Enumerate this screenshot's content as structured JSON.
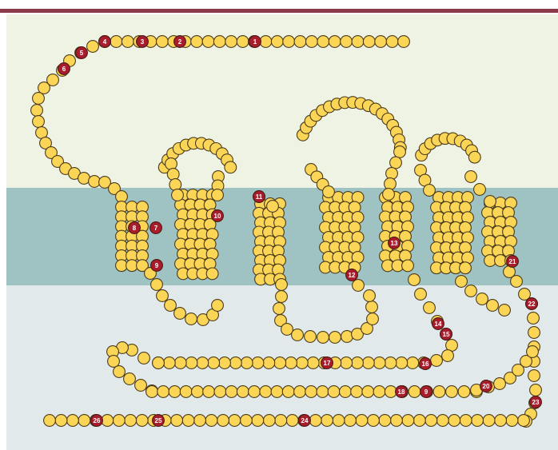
{
  "colors": {
    "top_bar": "#8b3a4a",
    "extracellular": "#eef3e4",
    "membrane": "#9fc2c3",
    "intracellular": "#e1e9ea",
    "residue": "#fbd556",
    "mutation": "#a81c2c",
    "outline": "#4a3a1c"
  },
  "mutation_labels": [
    "1",
    "2",
    "3",
    "4",
    "5",
    "6",
    "7",
    "8",
    "9",
    "10",
    "11",
    "12",
    "13",
    "14",
    "15",
    "16",
    "17",
    "18",
    "9",
    "20",
    "21",
    "22",
    "23",
    "24",
    "25",
    "26"
  ]
}
